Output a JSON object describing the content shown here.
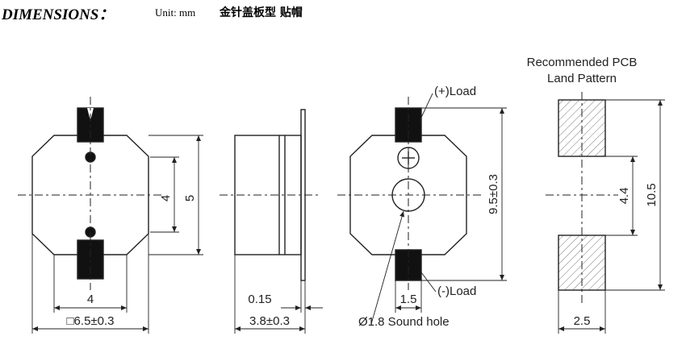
{
  "header": {
    "title": "DIMENSIONS：",
    "unit": "Unit: mm",
    "product": "金针盖板型 贴帽"
  },
  "pcb": {
    "title_line1": "Recommended PCB",
    "title_line2": "Land Pattern"
  },
  "labels": {
    "plus_load": "(+)Load",
    "minus_load": "(-)Load",
    "sound_hole": "Ø1.8 Sound hole"
  },
  "dims": {
    "front_pin_span": "4",
    "front_inner": "4",
    "front_height": "5",
    "front_width": "□6.5±0.3",
    "side_plate": "0.15",
    "side_depth": "3.8±0.3",
    "top_height": "9.5±0.3",
    "top_pin_width": "1.5",
    "pcb_gap": "4.4",
    "pcb_total": "10.5",
    "pcb_pad_width": "2.5"
  }
}
